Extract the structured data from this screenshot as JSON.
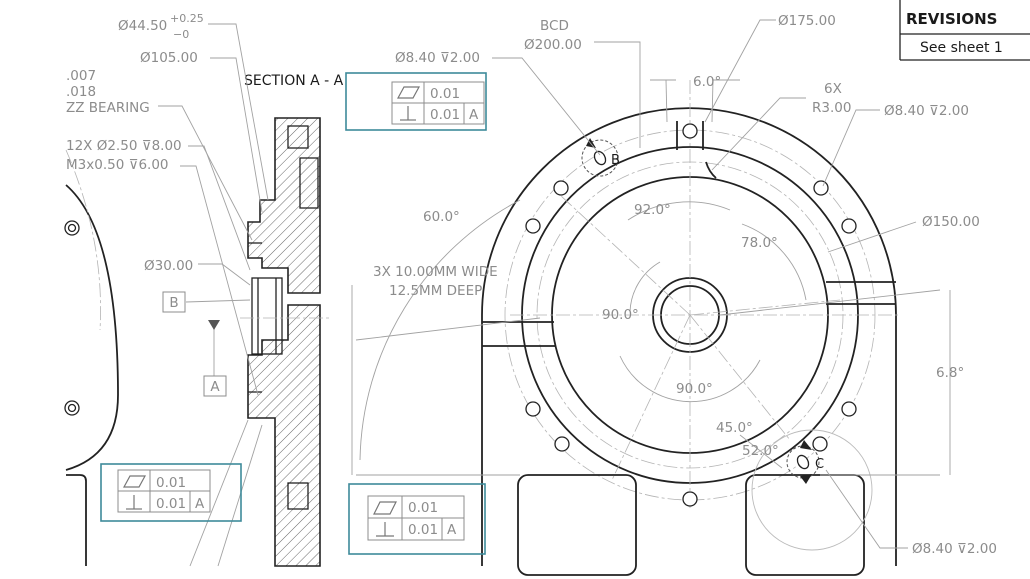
{
  "dims": {
    "d44": "Ø44.50",
    "tol_plus": "+0.25",
    "tol_minus": "−0",
    "d105": "Ø105.00",
    "t007": ".007",
    "t018": ".018",
    "zz_bearing": "ZZ BEARING",
    "holes_12x": "12X Ø2.50 ⊽8.00",
    "holes_m3": "M3x0.50 ⊽6.00",
    "d30": "Ø30.00",
    "section": "SECTION A - A",
    "bcd": "BCD",
    "d200": "Ø200.00",
    "d175": "Ø175.00",
    "d840_top": "Ø8.40 ⊽2.00",
    "d840_right": "Ø8.40 ⊽2.00",
    "d840_bottom": "Ø8.40 ⊽2.00",
    "deg6": "6.0°",
    "x6": "6X",
    "r3": "R3.00",
    "d150": "Ø150.00",
    "deg60": "60.0°",
    "deg92": "92.0°",
    "deg78": "78.0°",
    "slots1": "3X 10.00MM WIDE",
    "slots2": "12.5MM DEEP",
    "deg90a": "90.0°",
    "deg90b": "90.0°",
    "deg45": "45.0°",
    "deg52": "52.0°",
    "len68": "6.8°"
  },
  "labels": {
    "b": "B",
    "c": "C",
    "datum_b": "B",
    "datum_a": "A"
  },
  "fcf": {
    "flat": "0.01",
    "perp": "0.01",
    "datum": "A"
  },
  "revisions": {
    "title": "REVISIONS",
    "note": "See sheet 1"
  },
  "colors": {
    "highlight": "#3e8a9a",
    "line": "#222222",
    "dimension": "#8c8c8c"
  }
}
